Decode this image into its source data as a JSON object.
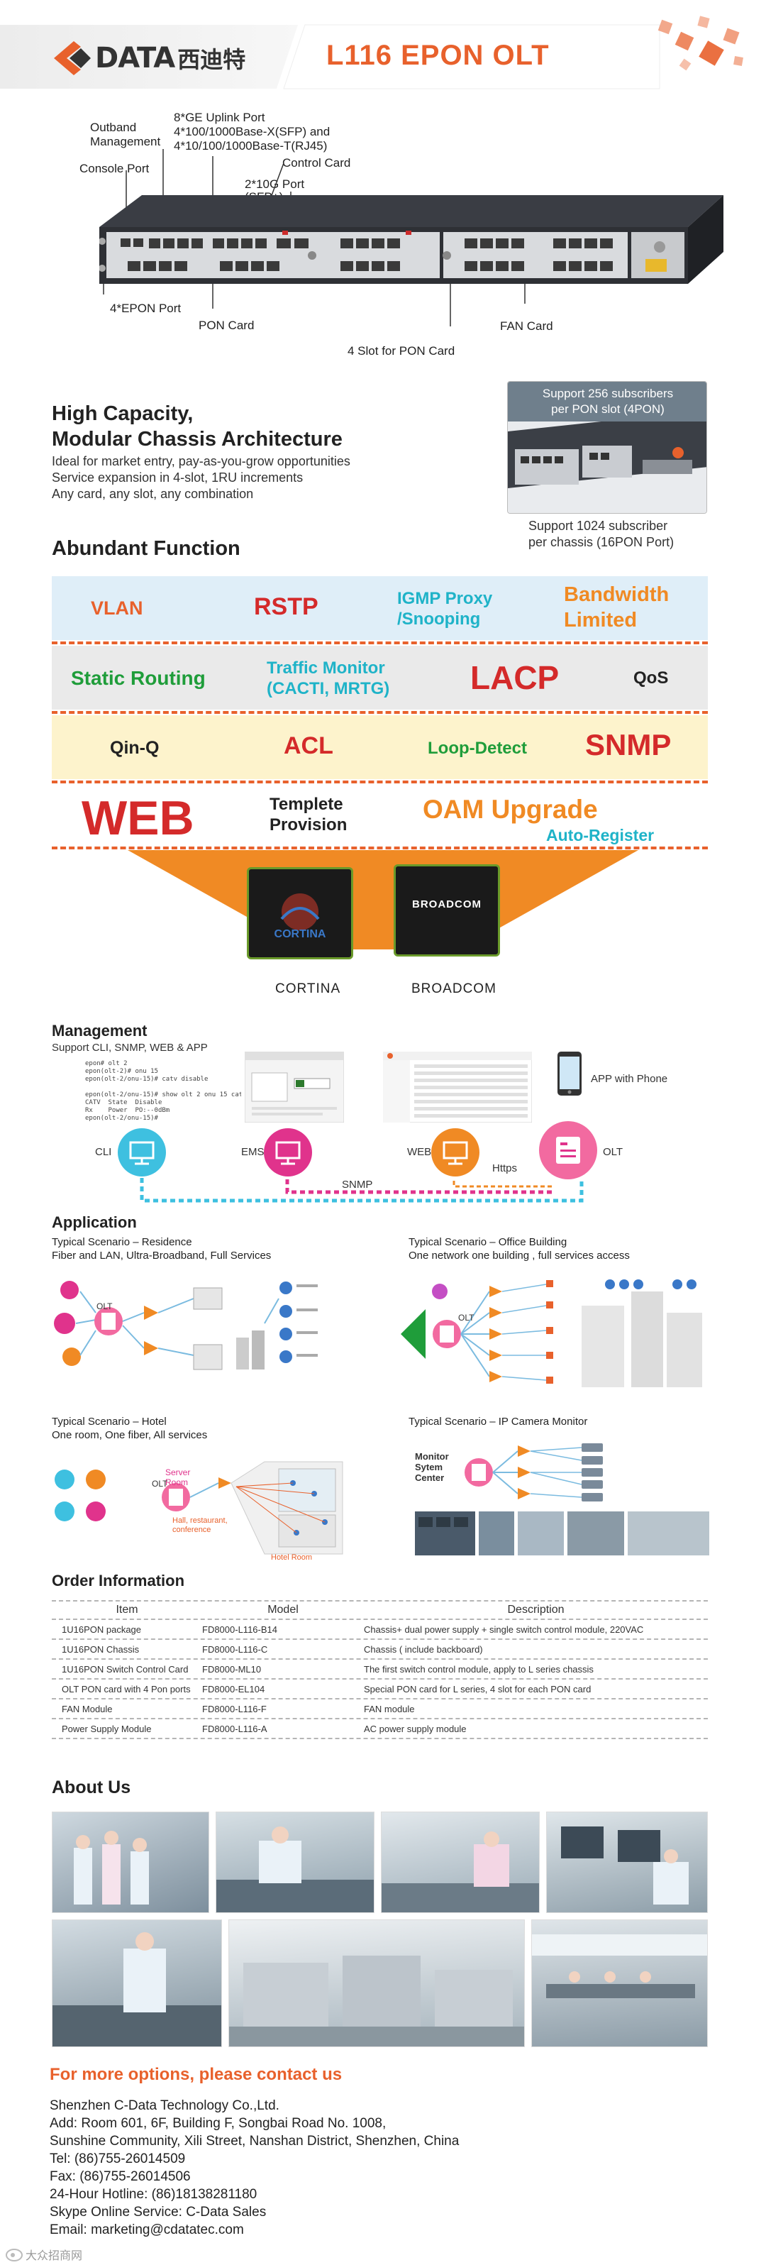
{
  "header": {
    "logo_text": "DATA",
    "logo_cn": "西迪特",
    "title": "L116 EPON OLT"
  },
  "chassis": {
    "outband": "Outband Management",
    "uplink_1": "8*GE Uplink Port",
    "uplink_2": "4*100/1000Base-X(SFP) and",
    "uplink_3": "4*10/100/1000Base-T(RJ45)",
    "control": "Control Card",
    "console": "Console Port",
    "tenG_1": "2*10G Port",
    "tenG_2": "(SFP+)",
    "epon": "4*EPON Port",
    "pon_card": "PON Card",
    "slot": "4 Slot for PON Card",
    "fan": "FAN Card"
  },
  "capacity": {
    "title_1": "High Capacity,",
    "title_2": "Modular Chassis Architecture",
    "line_1": "Ideal for market entry, pay-as-you-grow opportunities",
    "line_2": "Service expansion in 4-slot, 1RU increments",
    "line_3": "Any card, any slot, any combination",
    "box_1": "Support 256 subscribers",
    "box_2": "per PON slot (4PON)",
    "below_1": "Support 1024 subscriber",
    "below_2": "per chassis (16PON Port)"
  },
  "functions": {
    "title": "Abundant Function",
    "vlan": "VLAN",
    "rstp": "RSTP",
    "igmp_1": "IGMP Proxy",
    "igmp_2": "/Snooping",
    "bw_1": "Bandwidth",
    "bw_2": "Limited",
    "static": "Static Routing",
    "traffic_1": "Traffic Monitor",
    "traffic_2": "(CACTI, MRTG)",
    "lacp": "LACP",
    "qos": "QoS",
    "qinq": "Qin-Q",
    "acl": "ACL",
    "loop": "Loop-Detect",
    "snmp": "SNMP",
    "web": "WEB",
    "templete_1": "Templete",
    "templete_2": "Provision",
    "oam": "OAM Upgrade",
    "auto": "Auto-Register"
  },
  "chips": {
    "cortina": "CORTINA",
    "broadcom": "BROADCOM",
    "broadcom_logo": "BROADCOM"
  },
  "management": {
    "title": "Management",
    "subtitle": "Support CLI, SNMP, WEB & APP",
    "terminal": "epon# olt 2\nepon(olt-2)# onu 15\nepon(olt-2/onu-15)# catv disable\n\nepon(olt-2/onu-15)# show olt 2 onu 15 catv\nCATV  State  Disable\nRx    Power  PO:--0dBm\nepon(olt-2/onu-15)#",
    "app": "APP with Phone",
    "cli": "CLI",
    "ems": "EMS",
    "web": "WEB",
    "olt": "OLT",
    "https": "Https",
    "snmp": "SNMP"
  },
  "application": {
    "title": "Application",
    "res_1": "Typical Scenario – Residence",
    "res_2": "Fiber and LAN, Ultra-Broadband, Full Services",
    "off_1": "Typical Scenario – Office Building",
    "off_2": "One network one building , full services access",
    "hotel_1": "Typical Scenario – Hotel",
    "hotel_2": "One room, One fiber, All services",
    "cam_1": "Typical Scenario – IP Camera Monitor",
    "olt": "OLT",
    "server_room": "Server Room",
    "hall": "Hall, restaurant, conference",
    "hotel_room": "Hotel Room",
    "monitor_1": "Monitor",
    "monitor_2": "Sytem",
    "monitor_3": "Center"
  },
  "order": {
    "title": "Order Information",
    "headers": [
      "Item",
      "Model",
      "Description"
    ],
    "rows": [
      [
        "1U16PON package",
        "FD8000-L116-B14",
        "Chassis+ dual power supply + single switch control module, 220VAC"
      ],
      [
        "1U16PON Chassis",
        "FD8000-L116-C",
        "Chassis ( include backboard)"
      ],
      [
        "1U16PON Switch Control Card",
        "FD8000-ML10",
        "The first switch control module, apply to L series chassis"
      ],
      [
        "OLT PON card with 4 Pon ports",
        "FD8000-EL104",
        "Special PON card for L series, 4 slot for each PON card"
      ],
      [
        "FAN Module",
        "FD8000-L116-F",
        "FAN module"
      ],
      [
        "Power Supply Module",
        "FD8000-L116-A",
        "AC power supply module"
      ]
    ]
  },
  "about": {
    "title": "About Us"
  },
  "contact": {
    "heading": "For more  options, please contact us",
    "company": "Shenzhen C-Data Technology Co.,Ltd.",
    "add_1": "Add: Room 601, 6F, Building F, Songbai Road No. 1008,",
    "add_2": "Sunshine Community, Xili Street, Nanshan District, Shenzhen, China",
    "tel": "Tel: (86)755-26014509",
    "fax": "Fax: (86)755-26014506",
    "hotline": "24-Hour Hotline: (86)18138281180",
    "skype": "Skype Online Service: C-Data Sales",
    "email": "Email: marketing@cdatatec.com",
    "watermark": "大众招商网"
  },
  "colors": {
    "accent": "#e8612c",
    "red": "#d42a2a",
    "green": "#1f9d3a",
    "teal": "#1fb3c8",
    "magenta": "#d42a7e",
    "orange": "#f08a24"
  }
}
